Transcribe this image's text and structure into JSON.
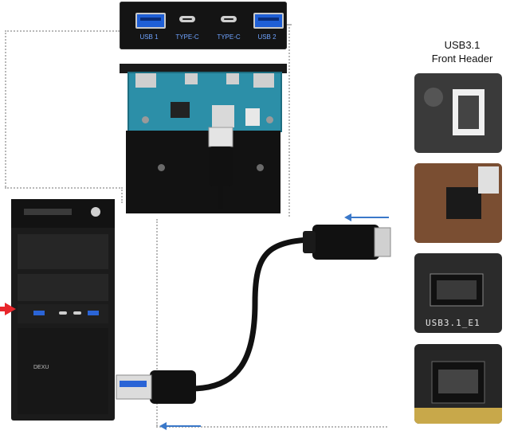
{
  "front_panel": {
    "ports": [
      {
        "label": "USB 1",
        "kind": "usb-a"
      },
      {
        "label": "TYPE-C",
        "kind": "usb-c"
      },
      {
        "label": "TYPE-C",
        "kind": "usb-c"
      },
      {
        "label": "USB 2",
        "kind": "usb-a"
      }
    ]
  },
  "header": {
    "title_line1": "USB3.1",
    "title_line2": "Front Header"
  },
  "photos": [
    {
      "caption": ""
    },
    {
      "caption": ""
    },
    {
      "caption": "USB3.1_E1"
    },
    {
      "caption": ""
    }
  ],
  "tower": {
    "brand": "DEXU"
  },
  "colors": {
    "arrow_blue": "#3a78c9",
    "arrow_red": "#e8262b",
    "port_label": "#6fa3ff",
    "pcb": "#2c8fa8"
  },
  "icons": {
    "red_arrow": "red-arrow-icon",
    "blue_arrows": "arrow-left-icon"
  }
}
